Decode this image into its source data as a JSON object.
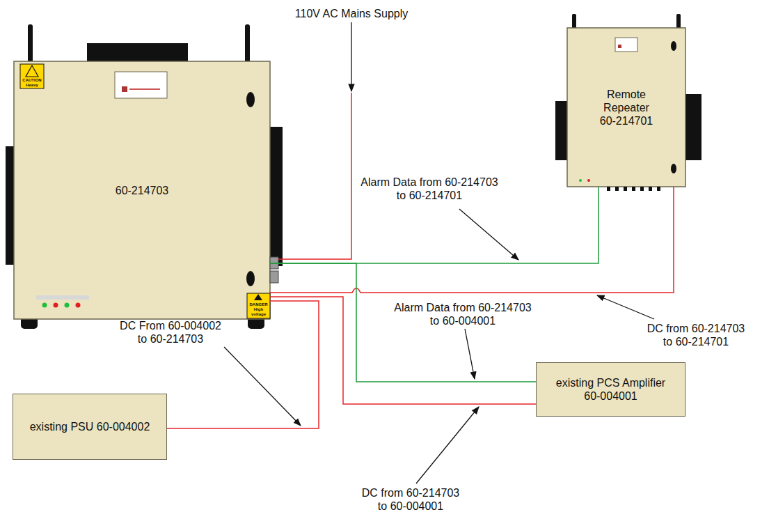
{
  "diagram": {
    "nodes": [
      {
        "text": [
          "60-214703"
        ]
      },
      {
        "text": [
          "Remote Repeater 60-214701"
        ]
      },
      {
        "text": [
          "existing PSU 60-004002"
        ]
      },
      {
        "text": [
          "existing PCS Amplifier 60-004001"
        ]
      }
    ],
    "edges": [
      {
        "from": 0,
        "to": 1,
        "arrow": "none",
        "label": "Alarm Data from 60-214703 to 60-214701"
      },
      {
        "from": 0,
        "to": 1,
        "arrow": "none",
        "label": "DC from 60-214703 to 60-214701"
      },
      {
        "from": 0,
        "to": 3,
        "arrow": "none",
        "label": "Alarm Data from 60-214703 to 60-004001"
      },
      {
        "from": 0,
        "to": 3,
        "arrow": "none",
        "label": "DC from 60-214703 to 60-004001"
      },
      {
        "from": 2,
        "to": 0,
        "arrow": "none",
        "label": "DC From 60-004002 to 60-214703"
      }
    ],
    "labels": [
      "110V AC Mains Supply",
      "CAUTION Heavy",
      "DANGER High voltage"
    ]
  }
}
